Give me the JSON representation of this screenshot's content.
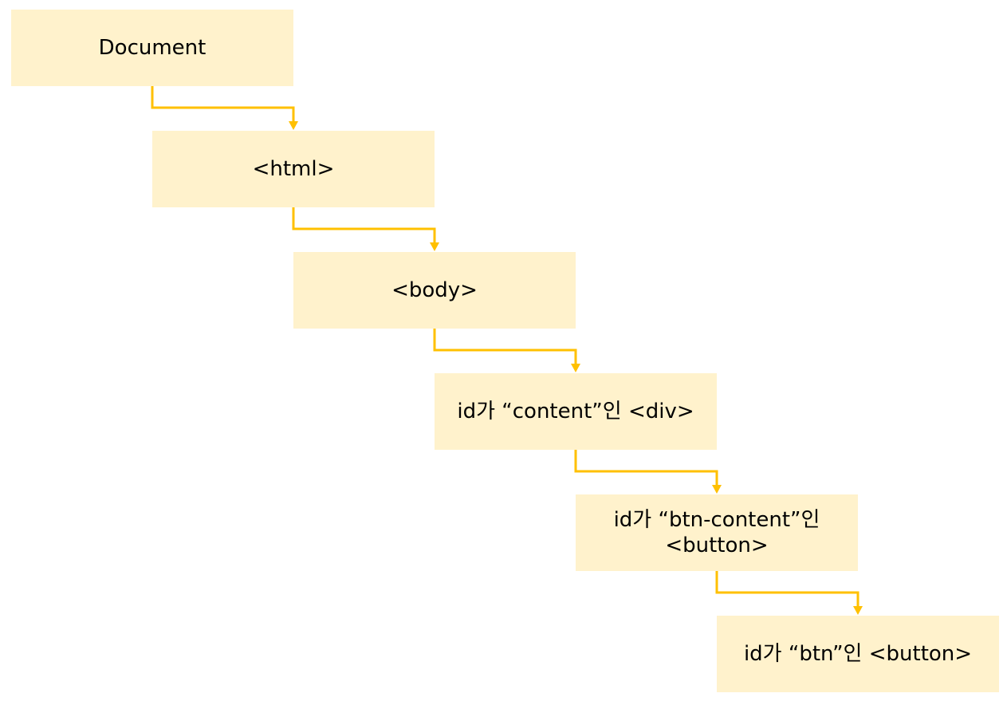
{
  "diagram": {
    "connector_color": "#ffc000",
    "node_fill": "#fff2cc",
    "nodes": [
      {
        "id": "document",
        "label": "Document"
      },
      {
        "id": "html",
        "label": "<html>"
      },
      {
        "id": "body",
        "label": "<body>"
      },
      {
        "id": "content-div",
        "label": "id가 “content”인  <div>"
      },
      {
        "id": "btn-content-button",
        "label": "id가 “btn-content”인\n<button>"
      },
      {
        "id": "btn-button",
        "label": "id가 “btn”인  <button>"
      }
    ],
    "edges": [
      {
        "from": "document",
        "to": "html"
      },
      {
        "from": "html",
        "to": "body"
      },
      {
        "from": "body",
        "to": "content-div"
      },
      {
        "from": "content-div",
        "to": "btn-content-button"
      },
      {
        "from": "btn-content-button",
        "to": "btn-button"
      }
    ]
  }
}
